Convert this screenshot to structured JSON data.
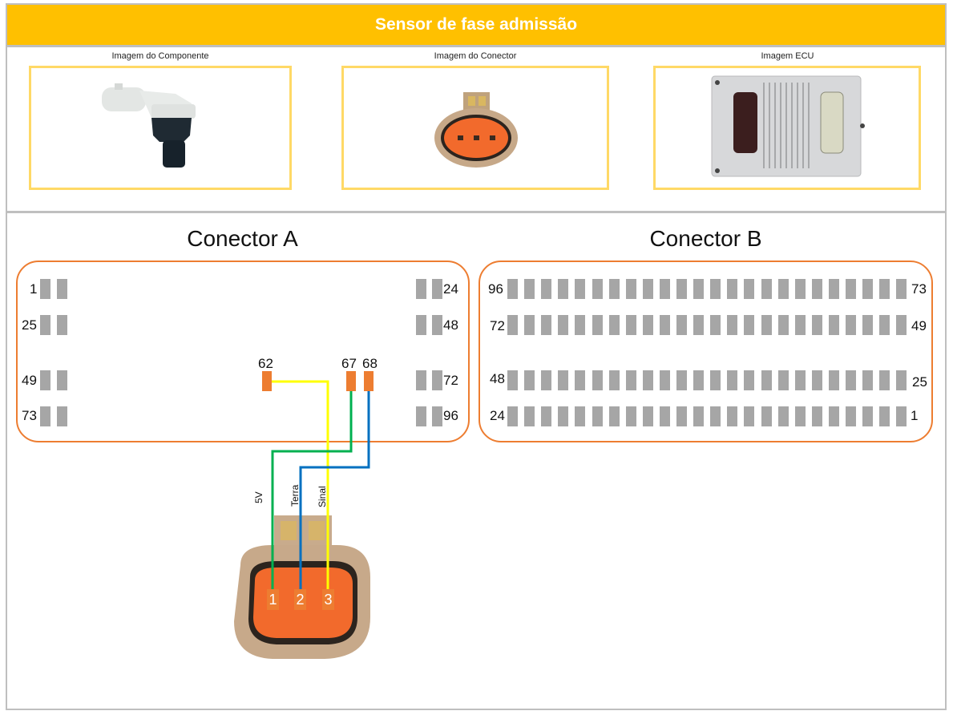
{
  "header": {
    "title": "Sensor de fase admissão",
    "color": "#ffc000"
  },
  "images": {
    "component": {
      "caption": "Imagem do Componente",
      "icon": "camshaft-sensor-image"
    },
    "connector": {
      "caption": "Imagem do Conector",
      "icon": "three-pin-connector-image"
    },
    "ecu": {
      "caption": "Imagem ECU",
      "icon": "ecu-module-image"
    }
  },
  "connector_a": {
    "title": "Conector A",
    "labels": {
      "r1_left": "1",
      "r1_right": "24",
      "r2_left": "25",
      "r2_right": "48",
      "r3_left": "49",
      "r3_right": "72",
      "r4_left": "73",
      "r4_right": "96"
    },
    "active_pins": [
      {
        "pin": "62",
        "wire": "Sinal",
        "color": "#ffff00"
      },
      {
        "pin": "67",
        "wire": "5V",
        "color": "#00b050"
      },
      {
        "pin": "68",
        "wire": "Terra",
        "color": "#0070c0"
      }
    ]
  },
  "connector_b": {
    "title": "Conector B",
    "labels": {
      "r1_left": "96",
      "r1_right": "73",
      "r2_left": "72",
      "r2_right": "49",
      "r3_left": "48",
      "r3_right": "25",
      "r4_left": "24",
      "r4_right": "1"
    }
  },
  "sensor_connector": {
    "pins": [
      {
        "number": "1",
        "label": "5V",
        "color": "#00b050"
      },
      {
        "number": "2",
        "label": "Terra",
        "color": "#0070c0"
      },
      {
        "number": "3",
        "label": "Sinal",
        "color": "#ffff00"
      }
    ]
  }
}
